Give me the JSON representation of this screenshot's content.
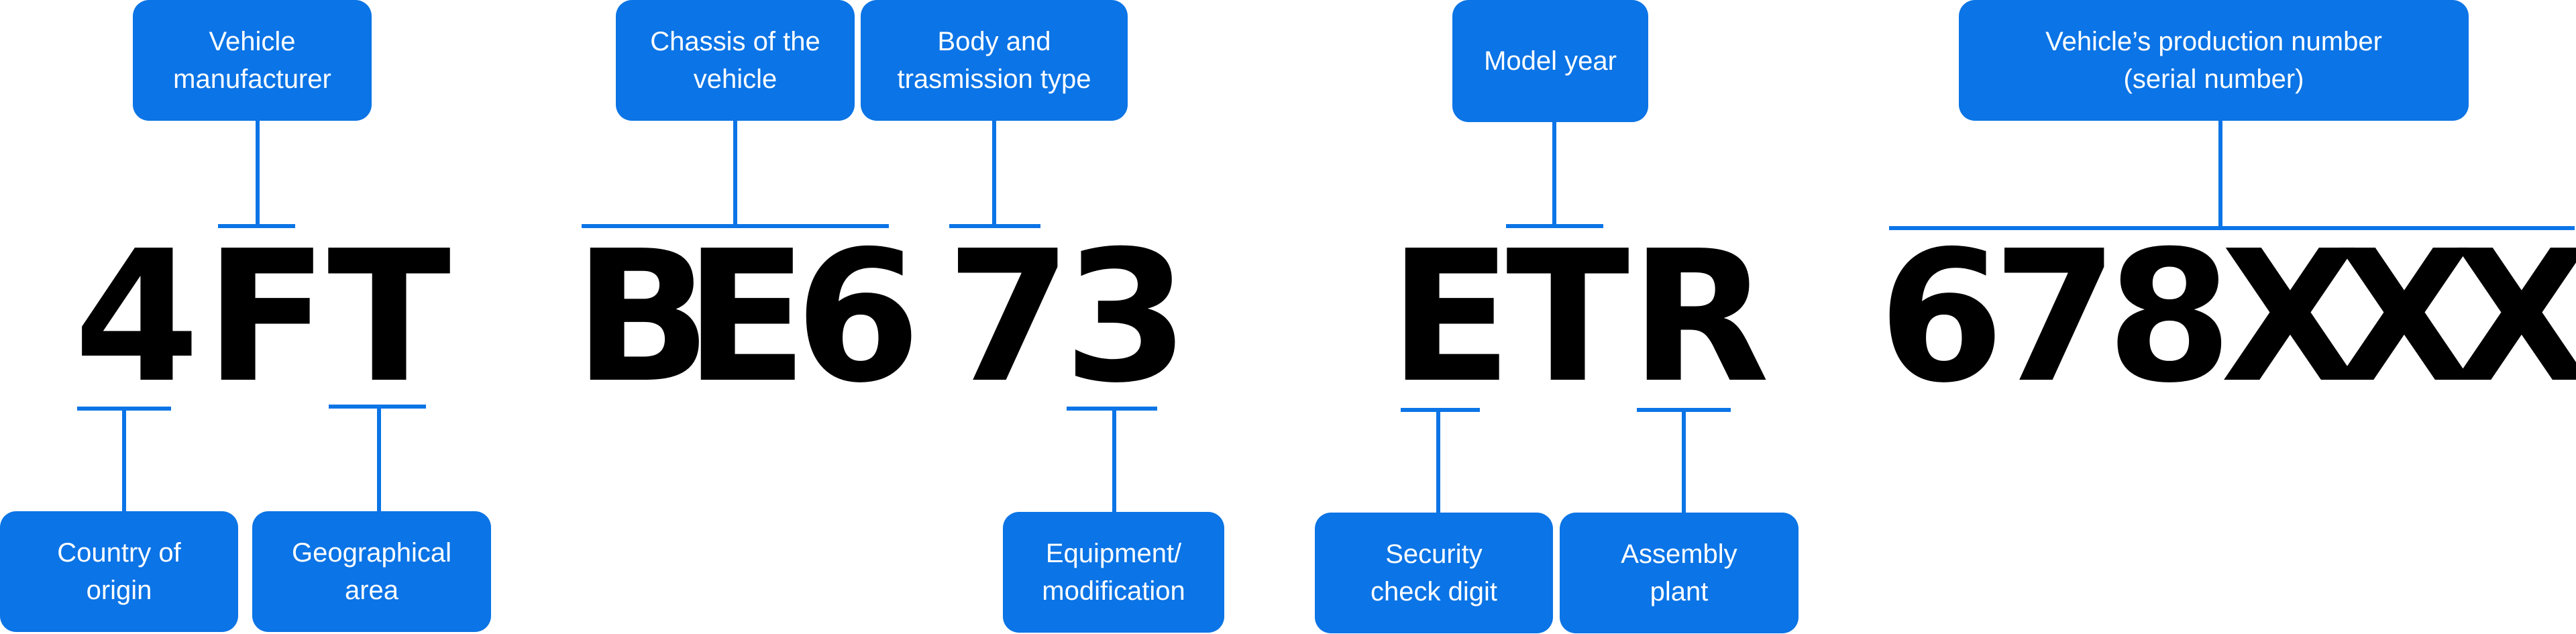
{
  "vin": {
    "characters": [
      "4",
      "F",
      "T",
      "B",
      "E",
      "6",
      "7",
      "3",
      "E",
      "T",
      "R",
      "6",
      "7",
      "8",
      "X",
      "X",
      "X"
    ]
  },
  "labels": {
    "manufacturer": "Vehicle\nmanufacturer",
    "chassis": "Chassis of the\nvehicle",
    "body": "Body and\ntrasmission type",
    "model_year": "Model year",
    "serial": "Vehicle’s production number\n(serial number)",
    "country": "Country of\norigin",
    "geo": "Geographical\narea",
    "equipment": "Equipment/\nmodification",
    "security": "Security\ncheck digit",
    "assembly": "Assembly\nplant"
  },
  "colors": {
    "accent": "#0b74e6",
    "text": "#000000",
    "label_text": "#ffffff"
  }
}
